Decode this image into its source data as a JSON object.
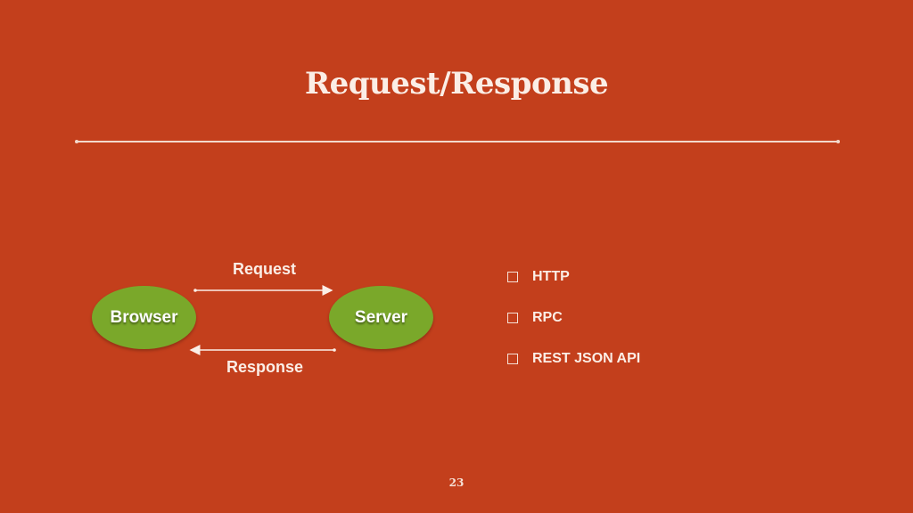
{
  "slide": {
    "title": "Request/Response",
    "page_number": "23"
  },
  "diagram": {
    "nodes": [
      {
        "id": "browser",
        "label": "Browser"
      },
      {
        "id": "server",
        "label": "Server"
      }
    ],
    "edges": [
      {
        "from": "browser",
        "to": "server",
        "label": "Request"
      },
      {
        "from": "server",
        "to": "browser",
        "label": "Response"
      }
    ]
  },
  "bullets": [
    {
      "text": "HTTP"
    },
    {
      "text": "RPC"
    },
    {
      "text": "REST JSON API"
    }
  ],
  "colors": {
    "background": "#c33f1c",
    "node_fill": "#7aa82a",
    "text": "#fbeee6"
  }
}
